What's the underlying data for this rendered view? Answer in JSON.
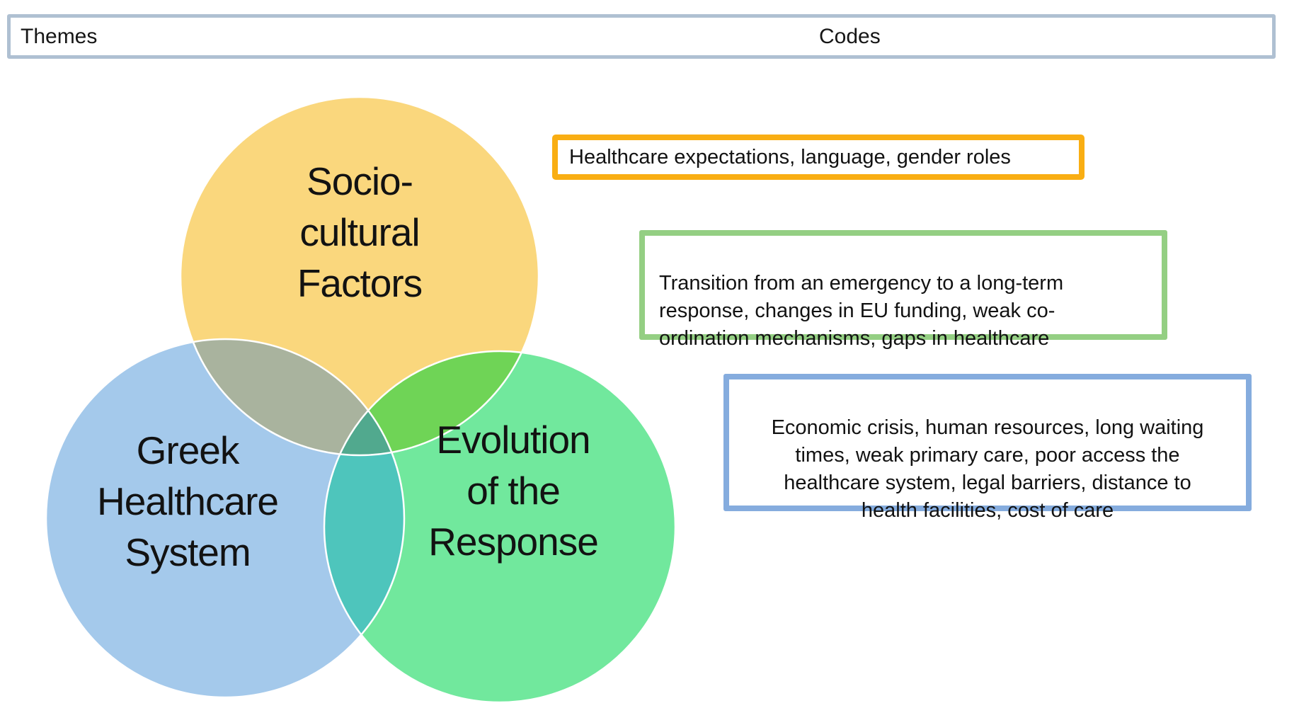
{
  "header": {
    "themes_label": "Themes",
    "codes_label": "Codes"
  },
  "venn": {
    "circles": [
      {
        "id": "socio-cultural-factors",
        "label": "Socio-\ncultural\nFactors",
        "fill": "#FAD77D"
      },
      {
        "id": "greek-healthcare-system",
        "label": "Greek\nHealthcare\nSystem",
        "fill": "#A4C9EB"
      },
      {
        "id": "evolution-of-the-response",
        "label": "Evolution\nof the\nResponse",
        "fill": "#71E89D"
      }
    ],
    "overlaps": {
      "socio_greek": "#A9B39E",
      "socio_evolution": "#6FD456",
      "greek_evolution": "#4EC5BC",
      "all_three": "#51A98E"
    },
    "stroke_color": "#FFFFFF"
  },
  "codes": [
    {
      "id": "socio-cultural-codes",
      "border_color": "#F9AE13",
      "text": "Healthcare expectations, language, gender roles"
    },
    {
      "id": "evolution-codes",
      "border_color": "#94CF83",
      "text": "Transition from an emergency to a long-term\nresponse, changes in EU funding, weak co-\nordination mechanisms, gaps in healthcare"
    },
    {
      "id": "greek-healthcare-codes",
      "border_color": "#85ACDE",
      "text": "Economic crisis, human resources, long waiting\ntimes, weak primary care, poor access the\nhealthcare system, legal barriers, distance to\nhealth facilities, cost of care"
    }
  ]
}
